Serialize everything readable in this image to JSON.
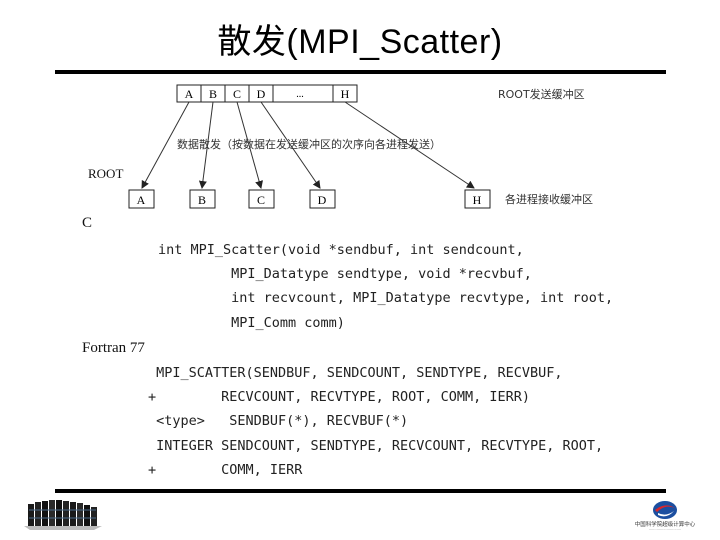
{
  "title": "散发(MPI_Scatter)",
  "diagram": {
    "send_cells": [
      "A",
      "B",
      "C",
      "D",
      "...",
      "H"
    ],
    "root_buffer_label": "ROOT发送缓冲区",
    "scatter_label": "数据散发（按数据在发送缓冲区的次序向各进程发送）",
    "root_label": "ROOT",
    "recv_cells": [
      "A",
      "B",
      "C",
      "D",
      "H"
    ],
    "recv_buffer_label": "各进程接收缓冲区"
  },
  "c_section": {
    "label": "C",
    "lines": [
      "int MPI_Scatter(void *sendbuf, int sendcount,",
      "         MPI_Datatype sendtype, void *recvbuf,",
      "         int recvcount, MPI_Datatype recvtype, int root,",
      "         MPI_Comm comm)"
    ]
  },
  "fortran_section": {
    "label": "Fortran 77",
    "lines": [
      " MPI_SCATTER(SENDBUF, SENDCOUNT, SENDTYPE, RECVBUF,",
      "+        RECVCOUNT, RECVTYPE, ROOT, COMM, IERR)",
      " <type>   SENDBUF(*), RECVBUF(*)",
      " INTEGER SENDCOUNT, SENDTYPE, RECVCOUNT, RECVTYPE, ROOT,",
      "+        COMM, IERR"
    ]
  },
  "footer": {
    "logo_text": "中国科学院超级计算中心"
  }
}
